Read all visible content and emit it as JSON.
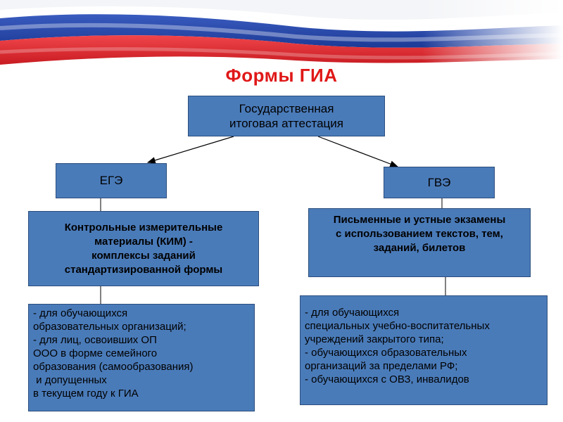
{
  "title": "Формы   ГИА",
  "root_box": {
    "line1": "Государственная",
    "line2": "итоговая аттестация"
  },
  "ege_box": {
    "label": "ЕГЭ"
  },
  "gve_box": {
    "label": "ГВЭ"
  },
  "kim_box": {
    "lines": [
      "Контрольные измерительные",
      "материалы (КИМ) -",
      "комплексы заданий",
      "стандартизированной формы"
    ]
  },
  "written_box": {
    "lines": [
      "Письменные и устные экзамены",
      "с использованием текстов, тем,",
      "заданий, билетов"
    ]
  },
  "left_list": {
    "lines": [
      "- для обучающихся",
      "образовательных организаций;",
      "- для лиц, освоивших ОП",
      "ООО в форме семейного",
      "образования (самообразования)",
      " и допущенных",
      "в текущем году к ГИА"
    ]
  },
  "right_list": {
    "lines": [
      "- для обучающихся",
      "специальных учебно-воспитательных",
      "учреждений закрытого типа;",
      "- обучающихся образовательных",
      "организаций за пределами РФ;",
      "- обучающихся с ОВЗ, инвалидов"
    ]
  },
  "colors": {
    "box_fill": "#4a7bb9",
    "title": "#e01818",
    "flag_blue": "#2a49a8",
    "flag_red": "#e3262b"
  }
}
